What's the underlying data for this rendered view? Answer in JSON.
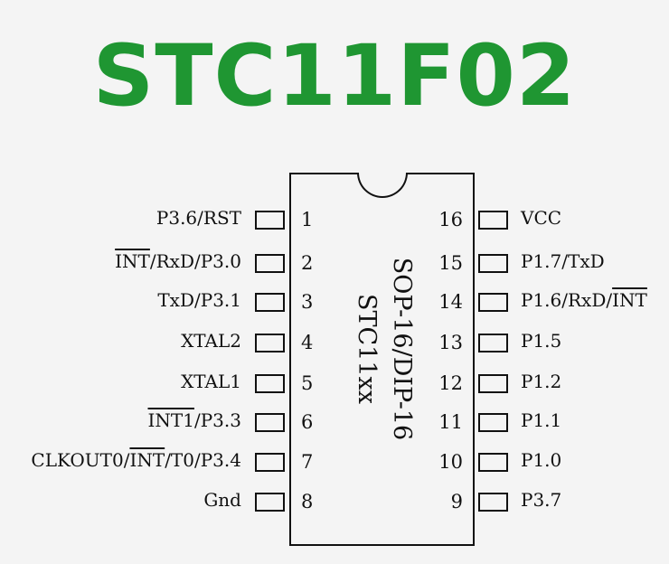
{
  "title": "STC11F02",
  "package": "SOP-16/DIP-16",
  "family": "STC11xx",
  "left_pins": [
    {
      "num": "1",
      "label": [
        {
          "t": "P3.6/RST",
          "o": false
        }
      ]
    },
    {
      "num": "2",
      "label": [
        {
          "t": "INT",
          "o": true
        },
        {
          "t": "/RxD/P3.0",
          "o": false
        }
      ]
    },
    {
      "num": "3",
      "label": [
        {
          "t": "TxD/P3.1",
          "o": false
        }
      ]
    },
    {
      "num": "4",
      "label": [
        {
          "t": "XTAL2",
          "o": false
        }
      ]
    },
    {
      "num": "5",
      "label": [
        {
          "t": "XTAL1",
          "o": false
        }
      ]
    },
    {
      "num": "6",
      "label": [
        {
          "t": "INT1",
          "o": true
        },
        {
          "t": "/P3.3",
          "o": false
        }
      ]
    },
    {
      "num": "7",
      "label": [
        {
          "t": "CLKOUT0/",
          "o": false
        },
        {
          "t": "INT",
          "o": true
        },
        {
          "t": "/T0/P3.4",
          "o": false
        }
      ]
    },
    {
      "num": "8",
      "label": [
        {
          "t": "Gnd",
          "o": false
        }
      ]
    }
  ],
  "right_pins": [
    {
      "num": "16",
      "label": [
        {
          "t": "VCC",
          "o": false
        }
      ]
    },
    {
      "num": "15",
      "label": [
        {
          "t": "P1.7/TxD",
          "o": false
        }
      ]
    },
    {
      "num": "14",
      "label": [
        {
          "t": "P1.6/RxD/",
          "o": false
        },
        {
          "t": "INT",
          "o": true
        }
      ]
    },
    {
      "num": "13",
      "label": [
        {
          "t": "P1.5",
          "o": false
        }
      ]
    },
    {
      "num": "12",
      "label": [
        {
          "t": "P1.2",
          "o": false
        }
      ]
    },
    {
      "num": "11",
      "label": [
        {
          "t": "P1.1",
          "o": false
        }
      ]
    },
    {
      "num": "10",
      "label": [
        {
          "t": "P1.0",
          "o": false
        }
      ]
    },
    {
      "num": "9",
      "label": [
        {
          "t": "P3.7",
          "o": false
        }
      ]
    }
  ]
}
